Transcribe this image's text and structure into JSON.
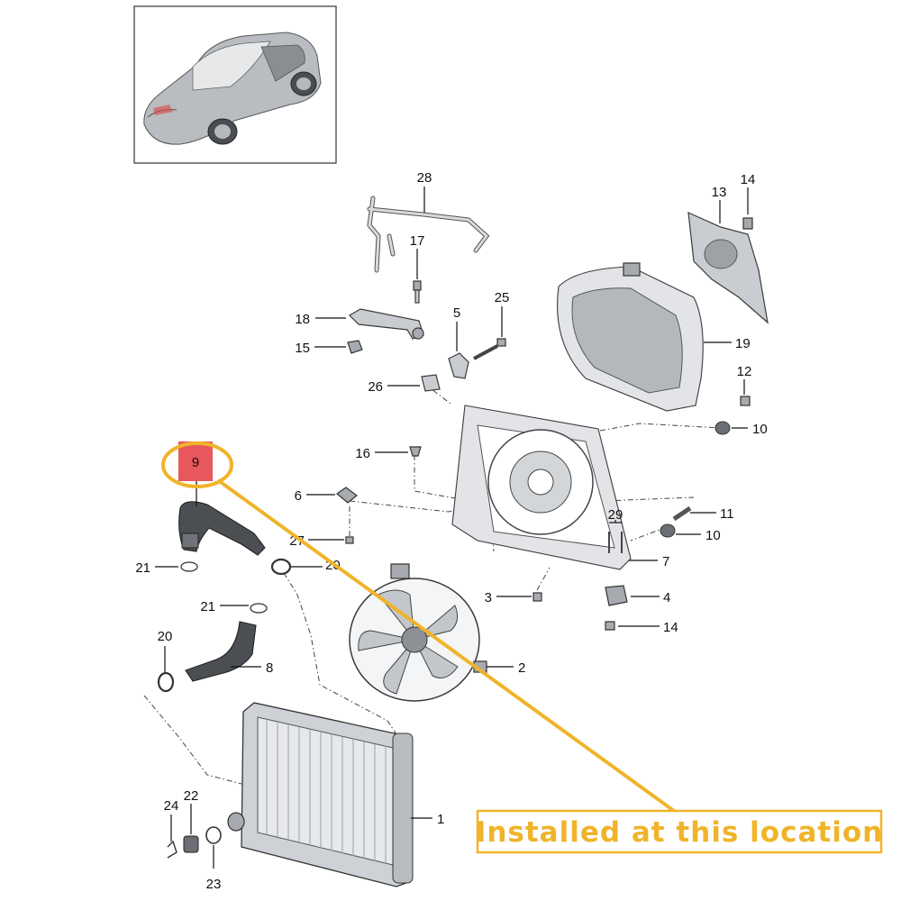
{
  "callout": {
    "text": "Installed at this location",
    "color": "#f0b42a",
    "highlight_color": "#e8575c"
  },
  "highlighted_part": "9",
  "labels": {
    "p1": "1",
    "p2": "2",
    "p3": "3",
    "p4": "4",
    "p5": "5",
    "p6": "6",
    "p7": "7",
    "p8": "8",
    "p9": "9",
    "p10a": "10",
    "p10b": "10",
    "p11": "11",
    "p12": "12",
    "p13": "13",
    "p14a": "14",
    "p14b": "14",
    "p15": "15",
    "p16": "16",
    "p17": "17",
    "p18": "18",
    "p19": "19",
    "p20a": "20",
    "p20b": "20",
    "p21a": "21",
    "p21b": "21",
    "p22": "22",
    "p23": "23",
    "p24": "24",
    "p25": "25",
    "p26": "26",
    "p27": "27",
    "p28": "28",
    "p29": "29"
  }
}
